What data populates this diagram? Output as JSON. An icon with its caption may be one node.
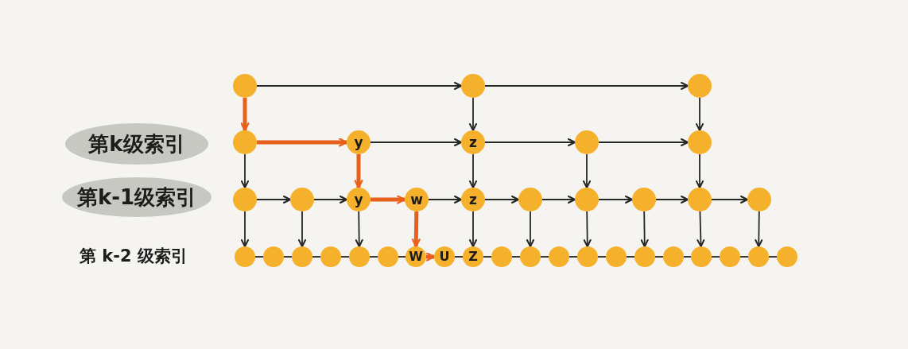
{
  "diagram": {
    "nodes": [
      {
        "text": [],
        "shape": "circle"
      },
      {
        "text": [],
        "shape": "circle"
      },
      {
        "text": [],
        "shape": "circle"
      },
      {
        "text": [
          "第k级索引"
        ]
      },
      {
        "text": [],
        "shape": "circle"
      },
      {
        "text": [
          "y"
        ]
      },
      {
        "text": [
          "z"
        ]
      },
      {
        "text": [],
        "shape": "circle"
      },
      {
        "text": [],
        "shape": "circle"
      },
      {
        "text": [
          "第k-1级索引"
        ]
      },
      {
        "text": [],
        "shape": "circle"
      },
      {
        "text": [],
        "shape": "circle"
      },
      {
        "text": [
          "y"
        ]
      },
      {
        "text": [
          "w"
        ]
      },
      {
        "text": [
          "z"
        ]
      },
      {
        "text": [],
        "shape": "circle"
      },
      {
        "text": [],
        "shape": "circle"
      },
      {
        "text": [],
        "shape": "circle"
      },
      {
        "text": [],
        "shape": "circle"
      },
      {
        "text": [],
        "shape": "circle"
      },
      {
        "text": [],
        "shape": "circle"
      },
      {
        "text": [],
        "shape": "circle"
      },
      {
        "text": [],
        "shape": "circle"
      },
      {
        "text": [],
        "shape": "circle"
      },
      {
        "text": [],
        "shape": "circle"
      },
      {
        "text": [],
        "shape": "circle"
      },
      {
        "text": [
          "W"
        ]
      },
      {
        "text": [
          "U"
        ]
      },
      {
        "text": [
          "Z"
        ]
      },
      {
        "text": [],
        "shape": "circle"
      },
      {
        "text": [],
        "shape": "circle"
      },
      {
        "text": [],
        "shape": "circle"
      },
      {
        "text": [],
        "shape": "circle"
      },
      {
        "text": [],
        "shape": "circle"
      },
      {
        "text": [],
        "shape": "circle"
      },
      {
        "text": [],
        "shape": "circle"
      },
      {
        "text": [],
        "shape": "circle"
      },
      {
        "text": [],
        "shape": "circle"
      },
      {
        "text": [],
        "shape": "circle"
      },
      {
        "text": [],
        "shape": "circle"
      }
    ],
    "edges": [
      {
        "from": 0,
        "to": 1,
        "arrow": "to"
      },
      {
        "from": 1,
        "to": 2,
        "arrow": "to"
      },
      {
        "from": 0,
        "to": 4,
        "arrow": "to",
        "style": "thick",
        "color": "#e8601c"
      },
      {
        "from": 1,
        "to": 6,
        "arrow": "to"
      },
      {
        "from": 2,
        "to": 8,
        "arrow": "to"
      },
      {
        "from": 4,
        "to": 5,
        "arrow": "to",
        "style": "thick",
        "color": "#e8601c"
      },
      {
        "from": 5,
        "to": 6,
        "arrow": "to"
      },
      {
        "from": 6,
        "to": 7,
        "arrow": "to"
      },
      {
        "from": 7,
        "to": 8,
        "arrow": "to"
      },
      {
        "from": 4,
        "to": 10,
        "arrow": "to"
      },
      {
        "from": 5,
        "to": 12,
        "arrow": "to",
        "style": "thick",
        "color": "#e8601c"
      },
      {
        "from": 6,
        "to": 14,
        "arrow": "to"
      },
      {
        "from": 7,
        "to": 16,
        "arrow": "to"
      },
      {
        "from": 8,
        "to": 18,
        "arrow": "to"
      },
      {
        "from": 10,
        "to": 11,
        "arrow": "to"
      },
      {
        "from": 11,
        "to": 12,
        "arrow": "to"
      },
      {
        "from": 12,
        "to": 13,
        "arrow": "to",
        "style": "thick",
        "color": "#e8601c"
      },
      {
        "from": 13,
        "to": 14,
        "arrow": "to"
      },
      {
        "from": 14,
        "to": 15,
        "arrow": "to"
      },
      {
        "from": 15,
        "to": 16,
        "arrow": "to"
      },
      {
        "from": 16,
        "to": 17,
        "arrow": "to"
      },
      {
        "from": 17,
        "to": 18,
        "arrow": "to"
      },
      {
        "from": 18,
        "to": 19,
        "arrow": "to"
      },
      {
        "from": 10,
        "to": 20,
        "arrow": "to"
      },
      {
        "from": 11,
        "to": 22,
        "arrow": "to"
      },
      {
        "from": 12,
        "to": 24,
        "arrow": "to"
      },
      {
        "from": 13,
        "to": 26,
        "arrow": "to",
        "style": "thick",
        "color": "#e8601c"
      },
      {
        "from": 14,
        "to": 28,
        "arrow": "to"
      },
      {
        "from": 15,
        "to": 30,
        "arrow": "to"
      },
      {
        "from": 16,
        "to": 32,
        "arrow": "to"
      },
      {
        "from": 17,
        "to": 34,
        "arrow": "to"
      },
      {
        "from": 18,
        "to": 36,
        "arrow": "to"
      },
      {
        "from": 19,
        "to": 38,
        "arrow": "to"
      },
      {
        "from": 20,
        "to": 21,
        "arrow": "none"
      },
      {
        "from": 21,
        "to": 22,
        "arrow": "none"
      },
      {
        "from": 22,
        "to": 23,
        "arrow": "none"
      },
      {
        "from": 23,
        "to": 24,
        "arrow": "none"
      },
      {
        "from": 24,
        "to": 25,
        "arrow": "none"
      },
      {
        "from": 25,
        "to": 26,
        "arrow": "none"
      },
      {
        "from": 26,
        "to": 27,
        "arrow": "to",
        "style": "thick",
        "color": "#e8601c"
      },
      {
        "from": 27,
        "to": 28,
        "arrow": "none"
      },
      {
        "from": 28,
        "to": 29,
        "arrow": "none"
      },
      {
        "from": 29,
        "to": 30,
        "arrow": "none"
      },
      {
        "from": 30,
        "to": 31,
        "arrow": "none"
      },
      {
        "from": 31,
        "to": 32,
        "arrow": "none"
      },
      {
        "from": 32,
        "to": 33,
        "arrow": "none"
      },
      {
        "from": 33,
        "to": 34,
        "arrow": "none"
      },
      {
        "from": 34,
        "to": 35,
        "arrow": "none"
      },
      {
        "from": 35,
        "to": 36,
        "arrow": "none"
      },
      {
        "from": 36,
        "to": 37,
        "arrow": "none"
      },
      {
        "from": 37,
        "to": 38,
        "arrow": "none"
      },
      {
        "from": 38,
        "to": 39,
        "arrow": "none"
      }
    ],
    "labels": [
      "第 k-2 级索引"
    ]
  }
}
